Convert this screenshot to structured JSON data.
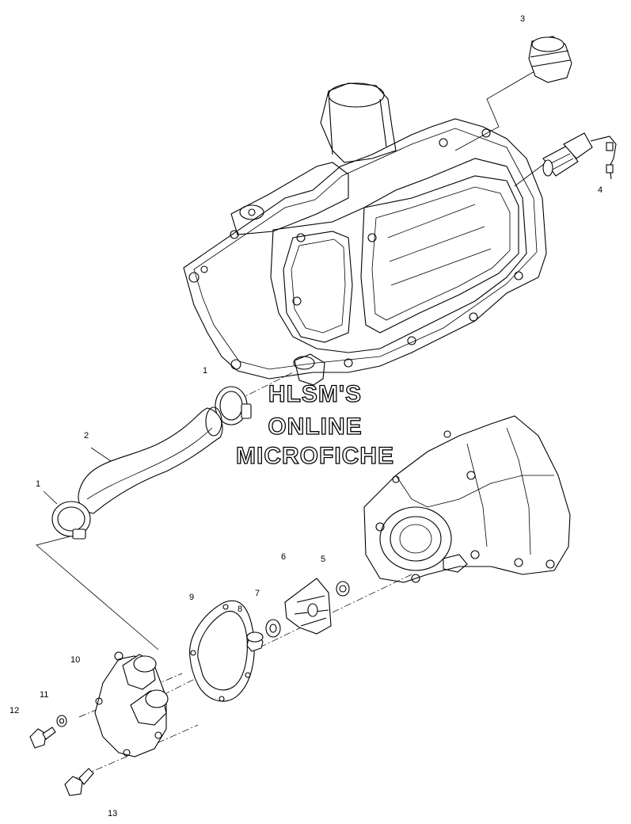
{
  "watermark": {
    "line1": "HLSM'S",
    "line2": "ONLINE",
    "line3": "MICROFICHE"
  },
  "callouts": [
    {
      "id": "1a",
      "text": "1"
    },
    {
      "id": "1b",
      "text": "1"
    },
    {
      "id": "2",
      "text": "2"
    },
    {
      "id": "3",
      "text": "3"
    },
    {
      "id": "4",
      "text": "4"
    },
    {
      "id": "5",
      "text": "5"
    },
    {
      "id": "6",
      "text": "6"
    },
    {
      "id": "7",
      "text": "7"
    },
    {
      "id": "8",
      "text": "8"
    },
    {
      "id": "9",
      "text": "9"
    },
    {
      "id": "10",
      "text": "10"
    },
    {
      "id": "11",
      "text": "11"
    },
    {
      "id": "12",
      "text": "12"
    },
    {
      "id": "13",
      "text": "13"
    }
  ]
}
